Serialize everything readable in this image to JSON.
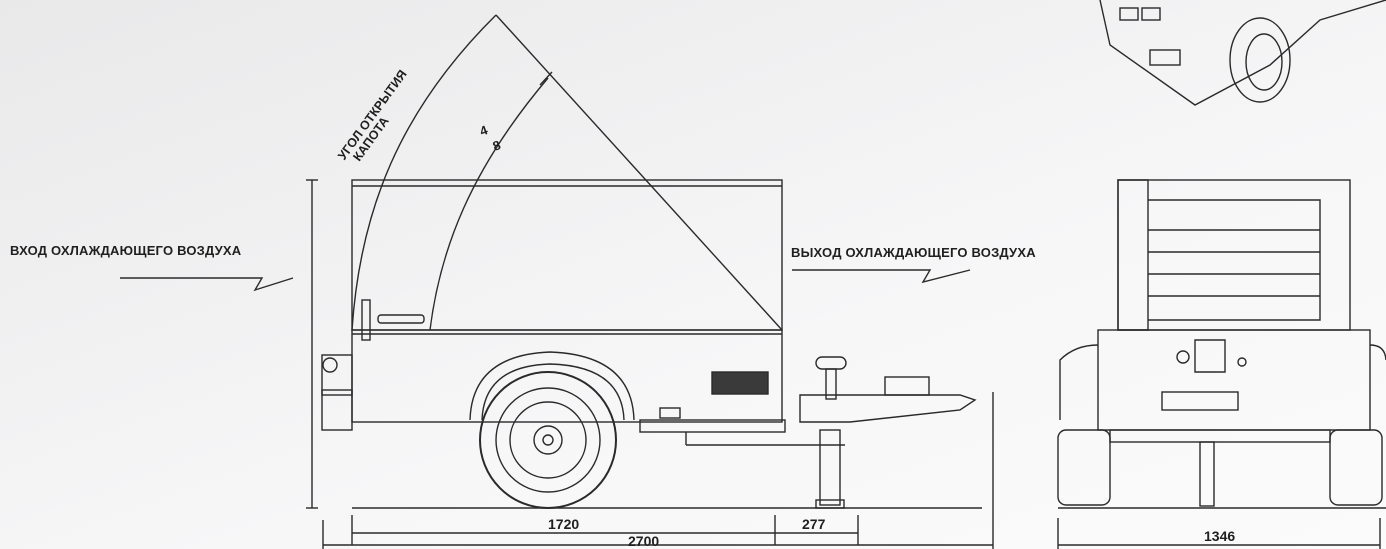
{
  "labels": {
    "air_in": "ВХОД ОХЛАЖДАЮЩЕГО ВОЗДУХА",
    "air_out": "ВЫХОД ОХЛАЖДАЮЩЕГО ВОЗДУХА",
    "hood_line1": "УГОЛ ОТКРЫТИЯ",
    "hood_line2": "КАПОТА",
    "angle_digit1": "4",
    "angle_digit2": "8"
  },
  "dimensions": {
    "wheelbase": "1720",
    "drawbar": "277",
    "overall_length": "2700",
    "track_width": "1346"
  },
  "colors": {
    "line": "#2a2a2a",
    "text": "#1f1f1f"
  },
  "icons": [
    "arrow-icon",
    "wheel-icon",
    "control-panel-icon",
    "jockey-wheel-icon"
  ]
}
